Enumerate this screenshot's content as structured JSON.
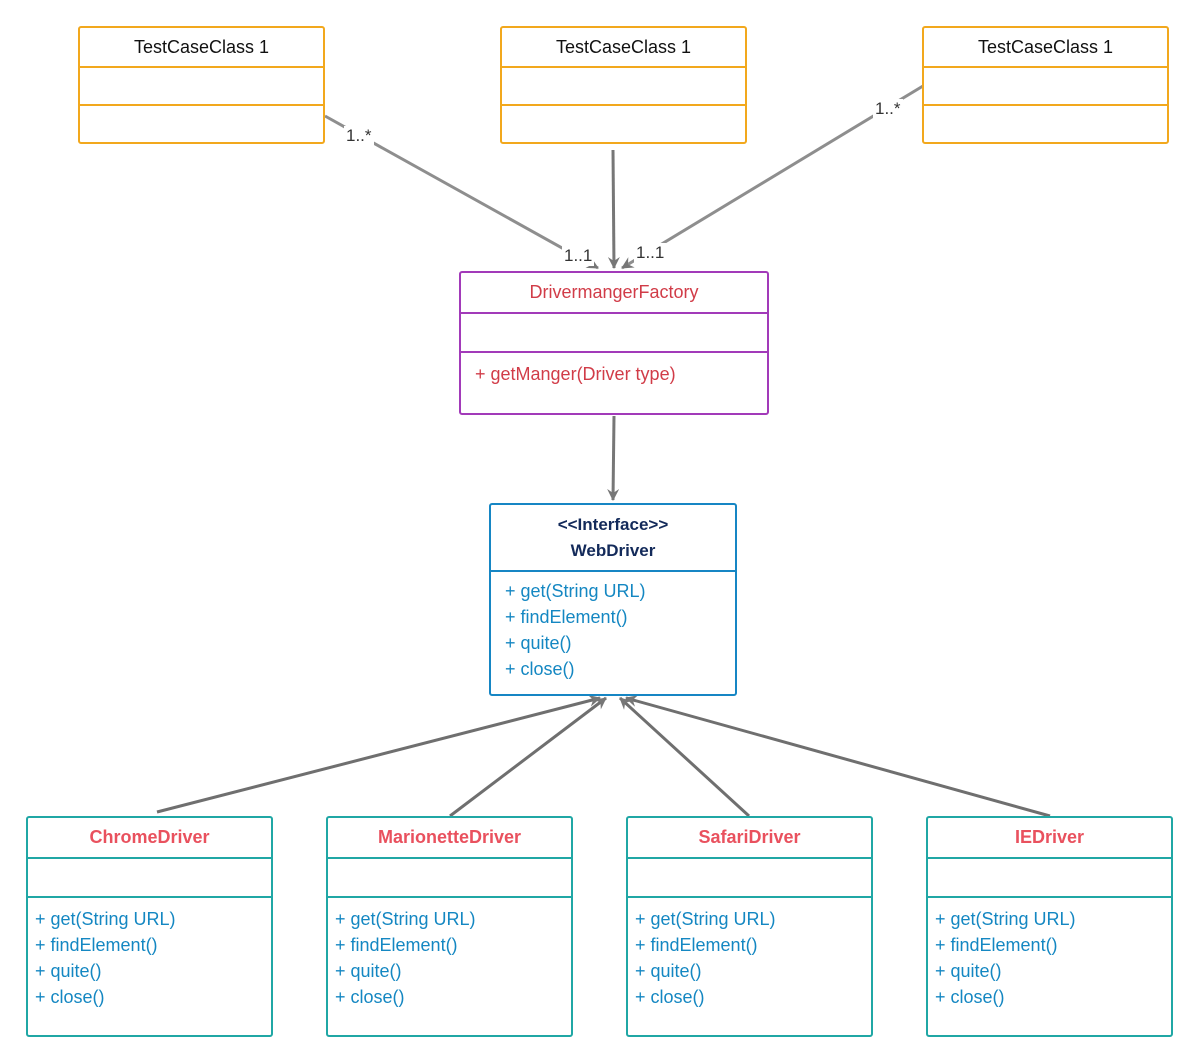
{
  "test_cases": [
    {
      "name": "TestCaseClass 1"
    },
    {
      "name": "TestCaseClass 1"
    },
    {
      "name": "TestCaseClass 1"
    }
  ],
  "factory": {
    "name": "DrivermangerFactory",
    "operations": [
      "+ getManger(Driver type)"
    ]
  },
  "interface": {
    "stereotype": "<<Interface>>",
    "name": "WebDriver",
    "operations": [
      "+ get(String URL)",
      "+ findElement()",
      "+ quite()",
      "+ close()"
    ]
  },
  "drivers": [
    {
      "name": "ChromeDriver",
      "operations": [
        "+ get(String URL)",
        "+ findElement()",
        "+ quite()",
        "+ close()"
      ]
    },
    {
      "name": "MarionetteDriver",
      "operations": [
        "+ get(String URL)",
        "+ findElement()",
        "+ quite()",
        "+ close()"
      ]
    },
    {
      "name": "SafariDriver",
      "operations": [
        "+ get(String URL)",
        "+ findElement()",
        "+ quite()",
        "+ close()"
      ]
    },
    {
      "name": "IEDriver",
      "operations": [
        "+ get(String URL)",
        "+ findElement()",
        "+ quite()",
        "+ close()"
      ]
    }
  ],
  "multiplicities": {
    "left_source": "1..*",
    "left_target": "1..1",
    "right_source": "1..*",
    "right_target": "1..1"
  },
  "colors": {
    "test_case_border": "#f2a81d",
    "factory_border": "#a23ab9",
    "factory_text": "#d13c48",
    "interface_border": "#1686c4",
    "interface_title": "#132a5a",
    "operation_text": "#1487c2",
    "driver_border": "#20a7a5",
    "driver_title": "#e9515e",
    "connector": "#777777"
  }
}
